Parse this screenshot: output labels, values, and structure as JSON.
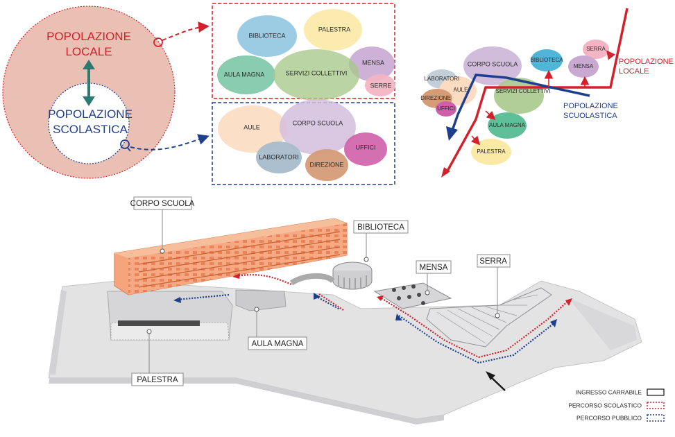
{
  "populations": {
    "local": [
      "POPOLAZIONE",
      "LOCALE"
    ],
    "school": [
      "POPOLAZIONE",
      "SCOLASTICA"
    ],
    "local_inline": [
      "POPOLAZIONE",
      "LOCALE"
    ],
    "school_inline": [
      "POPOLAZIONE",
      "SCUOLASTICA"
    ]
  },
  "services_box": {
    "bubbles": [
      "BIBLIOTECA",
      "PALESTRA",
      "AULA MAGNA",
      "SERVIZI COLLETTIVI",
      "MENSA",
      "SERRE"
    ]
  },
  "school_box": {
    "bubbles": [
      "AULE",
      "CORPO SCUOLA",
      "LABORATORI",
      "DIREZIONE",
      "UFFICI"
    ]
  },
  "network": {
    "bubbles": [
      "CORPO SCUOLA",
      "BIBLIOTECA",
      "SERRA",
      "MENSA",
      "LABORATORI",
      "AULE",
      "DIREZIONE",
      "UFFICI",
      "SERVIZI COLLETTIVI",
      "AULA MAGNA",
      "PALESTRA"
    ]
  },
  "callouts": {
    "corpo_scuola": "CORPO SCUOLA",
    "biblioteca": "BIBLIOTECA",
    "mensa": "MENSA",
    "serra": "SERRA",
    "aula_magna": "AULA MAGNA",
    "palestra": "PALESTRA"
  },
  "legend": {
    "items": [
      "INGRESSO CARRABILE",
      "PERCORSO SCOLASTICO",
      "PERCORSO PUBBLICO"
    ]
  },
  "colors": {
    "red": "#d4202a",
    "blue": "#1e3f8e",
    "teal": "#2c7a70",
    "pink_bg": "#e9c0b3"
  }
}
